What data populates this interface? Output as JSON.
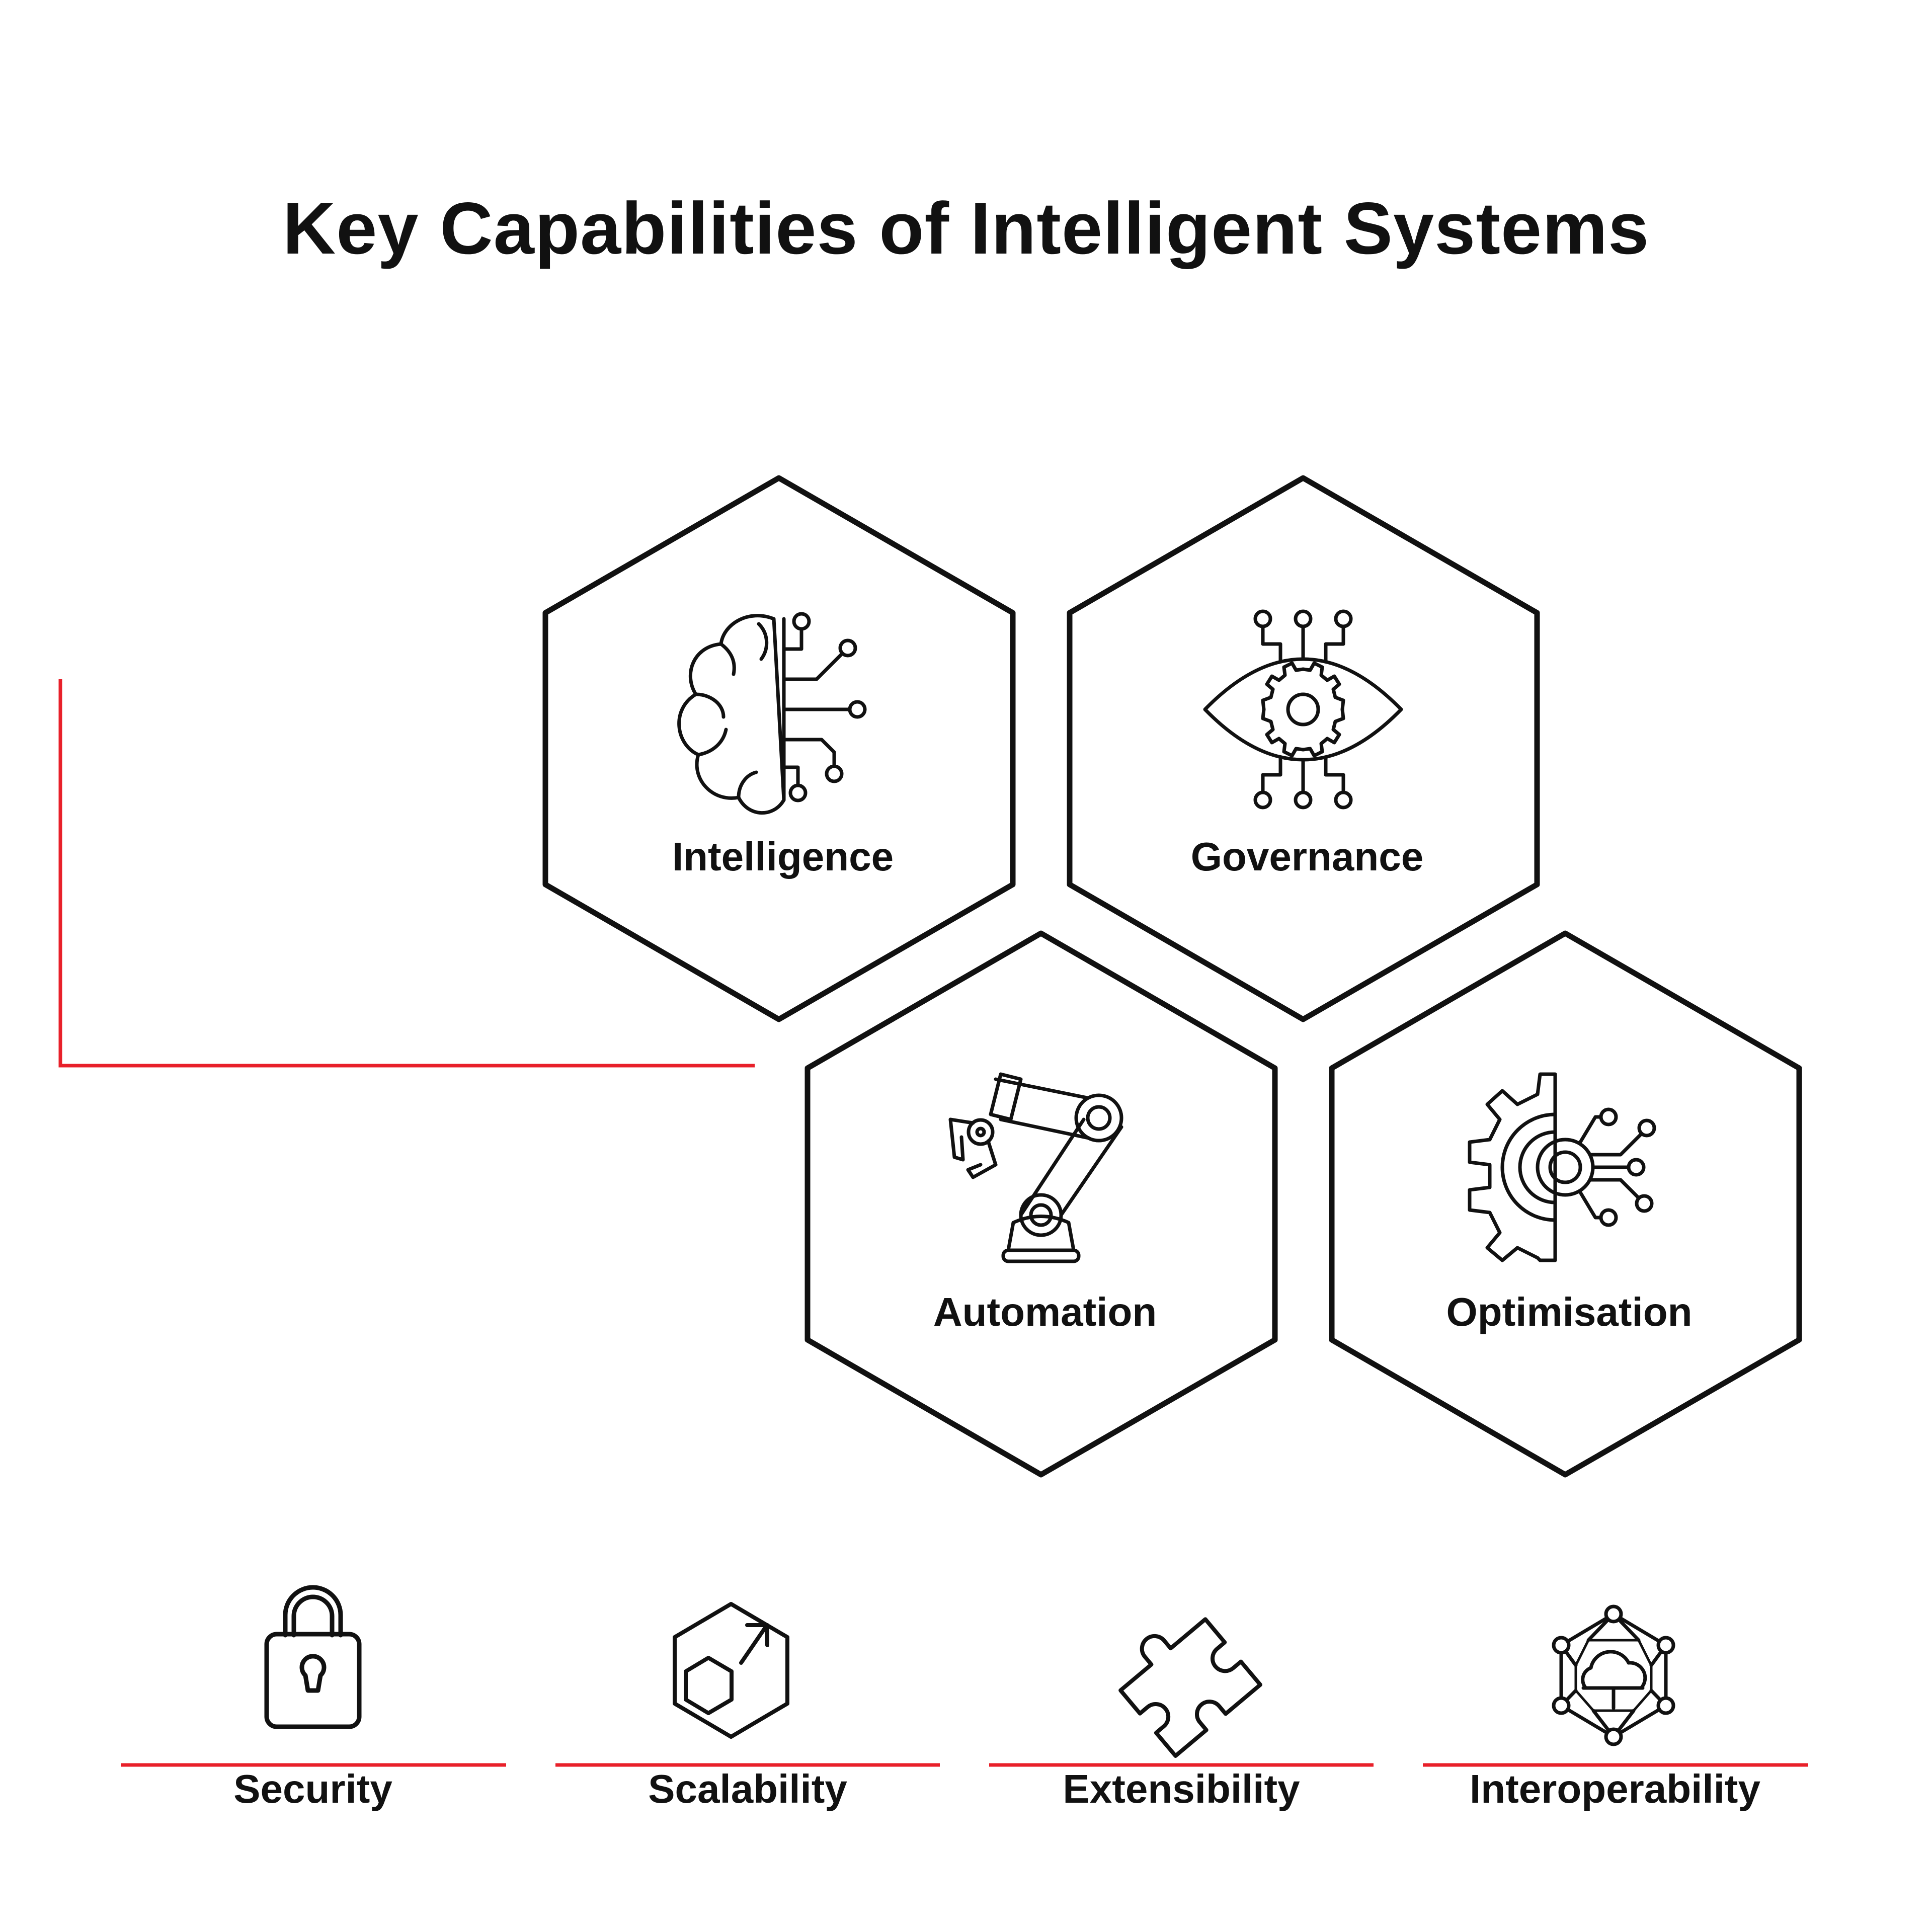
{
  "title": "Key Capabilities of Intelligent Systems",
  "colors": {
    "accent": "#e8202a",
    "stroke": "#111111",
    "background": "#ffffff"
  },
  "hexagons": [
    {
      "label": "Intelligence",
      "icon": "brain-circuit-icon"
    },
    {
      "label": "Governance",
      "icon": "eye-gear-icon"
    },
    {
      "label": "Automation",
      "icon": "robot-arm-icon"
    },
    {
      "label": "Optimisation",
      "icon": "gear-circuit-icon"
    }
  ],
  "features": [
    {
      "label": "Security",
      "icon": "padlock-icon"
    },
    {
      "label": "Scalability",
      "icon": "scale-hexagon-icon"
    },
    {
      "label": "Extensibility",
      "icon": "puzzle-piece-icon"
    },
    {
      "label": "Interoperability",
      "icon": "network-cloud-icon"
    }
  ]
}
